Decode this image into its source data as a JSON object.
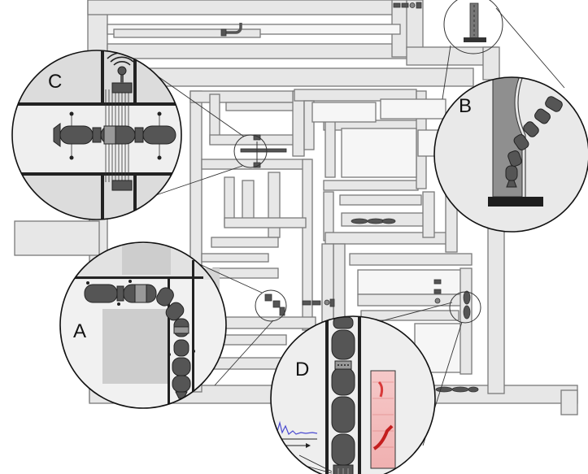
{
  "callouts": [
    {
      "label": "A"
    },
    {
      "label": "B"
    },
    {
      "label": "C"
    },
    {
      "label": "D"
    }
  ],
  "colors": {
    "background": "#ffffff",
    "pipe_fill": "#e7e7e7",
    "pipe_stroke": "#777777",
    "robot": "#555555",
    "robot_dark": "#3c3c3c",
    "zoom_bg": "#eeeeee",
    "block_gray": "#cfcfcf",
    "outline": "#1a1a1a",
    "graph_line": "#4a4ad0",
    "heatmap": "#d83a3a"
  }
}
